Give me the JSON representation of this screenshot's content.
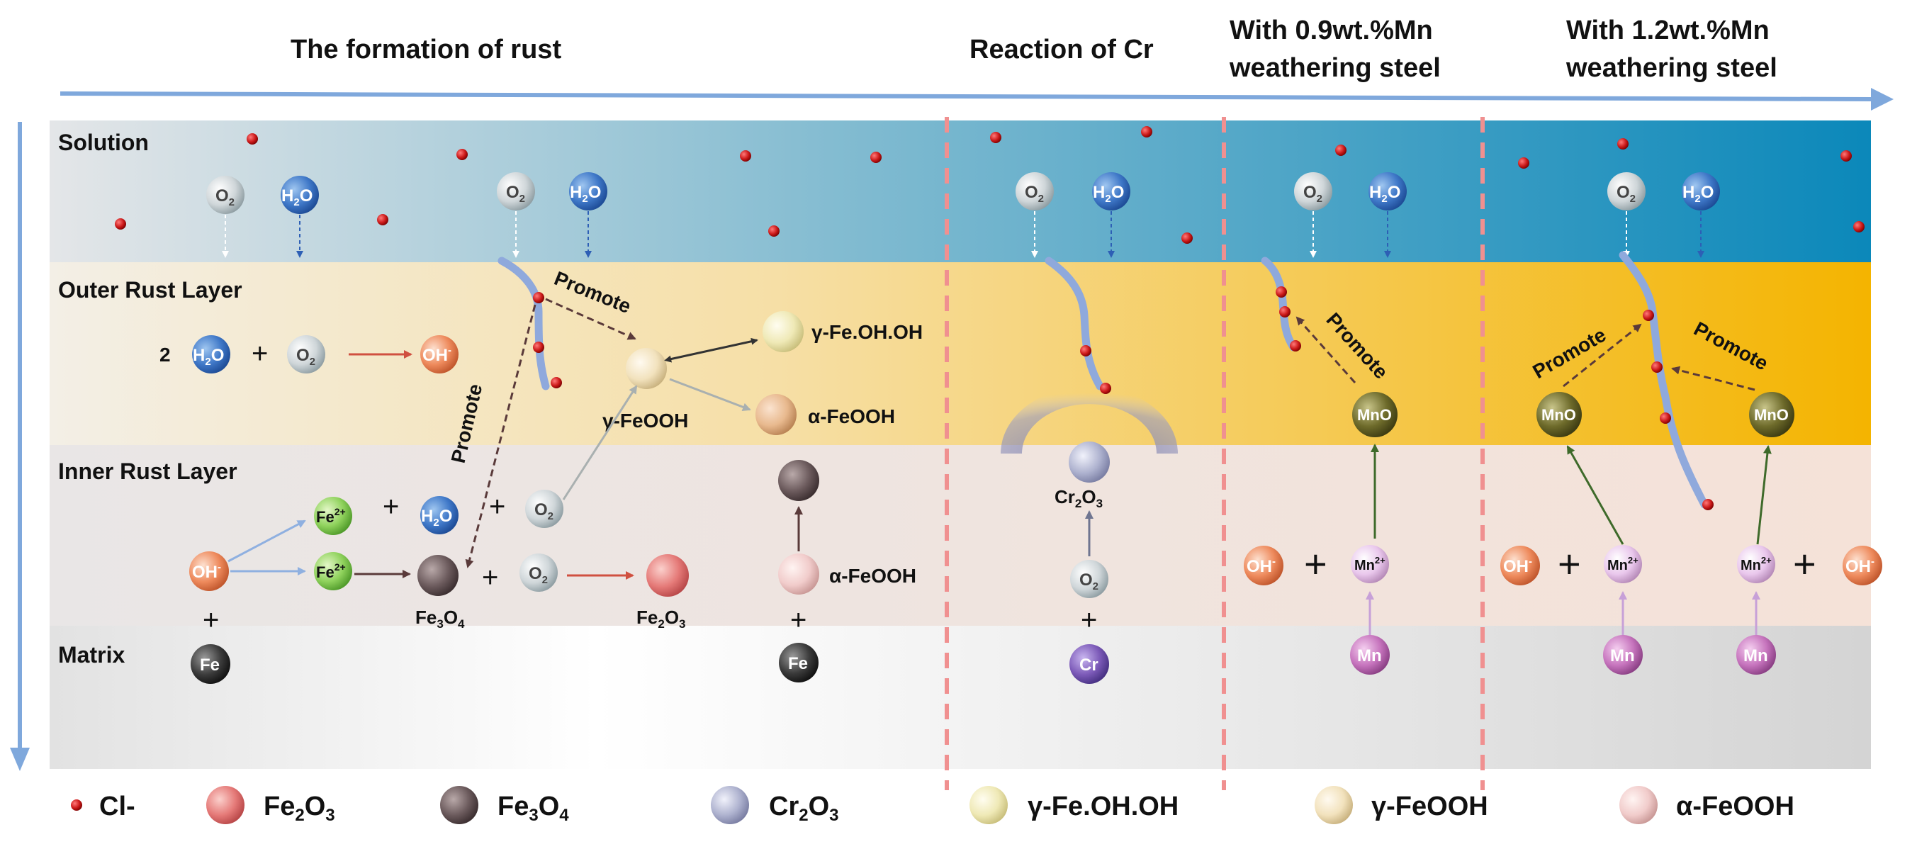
{
  "headers": {
    "formation": "The formation of rust",
    "cr": "Reaction of Cr",
    "mn09_line1": "With 0.9wt.%Mn",
    "mn09_line2": "weathering steel",
    "mn12_line1": "With 1.2wt.%Mn",
    "mn12_line2": "weathering steel"
  },
  "layers": {
    "solution": "Solution",
    "outer": "Outer Rust Layer",
    "inner": "Inner Rust Layer",
    "matrix": "Matrix"
  },
  "species": {
    "o2": "O",
    "o2_sub": "2",
    "h2o": "H",
    "h2o_sub": "2",
    "h2o_tail": "O",
    "ohm": "OH",
    "ohm_sup": "-",
    "fe2": "Fe",
    "fe2_sup": "2+",
    "fe": "Fe",
    "cr": "Cr",
    "mn": "Mn",
    "mn2": "Mn",
    "mn2_sup": "2+",
    "mno": "MnO",
    "two": "2",
    "plus": "+"
  },
  "labels": {
    "promote": "Promote",
    "g_feohoh": "γ-Fe.OH.OH",
    "g_feooh": "γ-FeOOH",
    "a_feooh": "α-FeOOH",
    "fe3o4_a": "Fe",
    "fe3o4_b": "3",
    "fe3o4_c": "O",
    "fe3o4_d": "4",
    "fe2o3_a": "Fe",
    "fe2o3_b": "2",
    "fe2o3_c": "O",
    "fe2o3_d": "3",
    "cr2o3_a": "Cr",
    "cr2o3_b": "2",
    "cr2o3_c": "O",
    "cr2o3_d": "3"
  },
  "legend": {
    "cl": "Cl-",
    "fe2o3_a": "Fe",
    "fe2o3_b": "2",
    "fe2o3_c": "O",
    "fe2o3_d": "3",
    "fe3o4_a": "Fe",
    "fe3o4_b": "3",
    "fe3o4_c": "O",
    "fe3o4_d": "4",
    "cr2o3_a": "Cr",
    "cr2o3_b": "2",
    "cr2o3_c": "O",
    "cr2o3_d": "3",
    "g_feohoh": "γ-Fe.OH.OH",
    "g_feooh": "γ-FeOOH",
    "a_feooh": "α-FeOOH"
  },
  "colors": {
    "solution_start": "#dfe3e6",
    "solution_end": "#0f8fbf",
    "outer_start": "#f5f0e6",
    "outer_end": "#f4b800",
    "inner": "#f2e6e0",
    "matrix": "#dcdcdc",
    "arrow_blue": "#7fa8dc",
    "divider": "#f09090",
    "chloride": "#c4161c"
  }
}
